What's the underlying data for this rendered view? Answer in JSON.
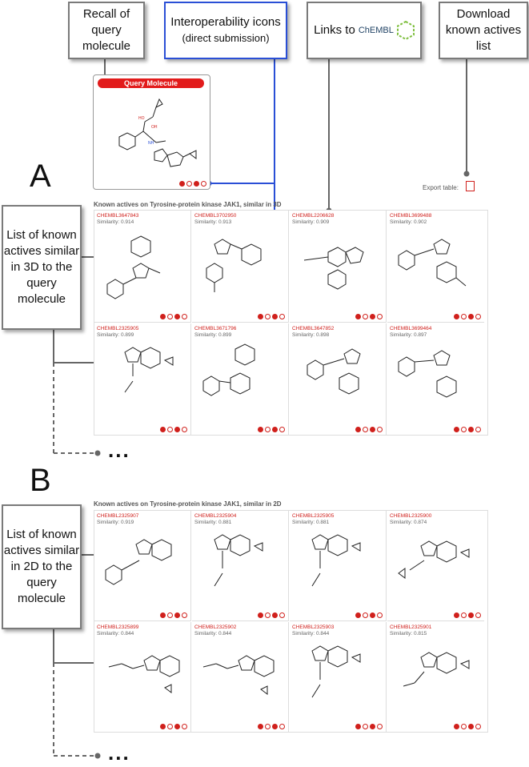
{
  "callouts": {
    "recall": "Recall of query molecule",
    "interop_title": "Interoperability icons",
    "interop_sub": "(direct submission)",
    "links": "Links to",
    "links_logo": "ChEMBL",
    "download": "Download known actives list",
    "list3d": "List of known actives similar in 3D to the query molecule",
    "list2d": "List of known actives similar in 2D to the query molecule"
  },
  "labels": {
    "A": "A",
    "B": "B",
    "ellipsis": "..."
  },
  "query": {
    "title": "Query Molecule"
  },
  "export_label": "Export table:",
  "section3d": {
    "title": "Known actives on Tyrosine-protein kinase JAK1, similar in 3D",
    "cells": [
      {
        "id": "CHEMBL3647843",
        "sim": "Similarity: 0.914"
      },
      {
        "id": "CHEMBL3702950",
        "sim": "Similarity: 0.913"
      },
      {
        "id": "CHEMBL2206628",
        "sim": "Similarity: 0.909"
      },
      {
        "id": "CHEMBL3699488",
        "sim": "Similarity: 0.902"
      },
      {
        "id": "CHEMBL2325905",
        "sim": "Similarity: 0.899"
      },
      {
        "id": "CHEMBL3671796",
        "sim": "Similarity: 0.899"
      },
      {
        "id": "CHEMBL3647852",
        "sim": "Similarity: 0.898"
      },
      {
        "id": "CHEMBL3699464",
        "sim": "Similarity: 0.897"
      }
    ]
  },
  "section2d": {
    "title": "Known actives on Tyrosine-protein kinase JAK1, similar in 2D",
    "cells": [
      {
        "id": "CHEMBL2325907",
        "sim": "Similarity: 0.919"
      },
      {
        "id": "CHEMBL2325904",
        "sim": "Similarity: 0.881"
      },
      {
        "id": "CHEMBL2325905",
        "sim": "Similarity: 0.881"
      },
      {
        "id": "CHEMBL2325900",
        "sim": "Similarity: 0.874"
      },
      {
        "id": "CHEMBL2325899",
        "sim": "Similarity: 0.844"
      },
      {
        "id": "CHEMBL2325902",
        "sim": "Similarity: 0.844"
      },
      {
        "id": "CHEMBL2325903",
        "sim": "Similarity: 0.844"
      },
      {
        "id": "CHEMBL2325901",
        "sim": "Similarity: 0.815"
      }
    ]
  },
  "colors": {
    "accent": "#d0201c",
    "callout_blue": "#2a4fd6",
    "connector": "#666666"
  }
}
